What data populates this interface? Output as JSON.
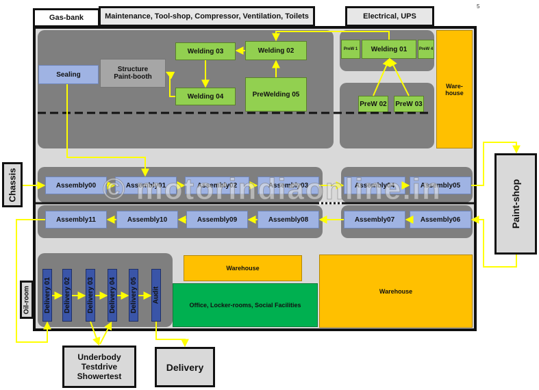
{
  "page_number": "5",
  "tabs": {
    "gas_bank": "Gas-bank",
    "maintenance": "Maintenance, Tool-shop, Compressor, Ventilation, Toilets",
    "electrical": "Electrical, UPS"
  },
  "welding": {
    "w01": "Welding 01",
    "w02": "Welding 02",
    "w03": "Welding 03",
    "w04": "Welding 04",
    "prew05": "PreWelding 05",
    "prew1_small": "PreW 1",
    "prew4_small": "PreW 4",
    "prew02": "PreW 02",
    "prew03": "PreW 03"
  },
  "sealing": "Sealing",
  "paint_booth_line1": "Structure",
  "paint_booth_line2": "Paint-booth",
  "warehouse_right": "Ware-house",
  "assembly_top": [
    "Assembly00",
    "Assembly01",
    "Assembly02",
    "Assembly03",
    "Assembly04",
    "Assembly05"
  ],
  "assembly_bottom": [
    "Assembly11",
    "Assembly10",
    "Assembly09",
    "Assembly08",
    "Assembly07",
    "Assembly06"
  ],
  "delivery_stations": [
    "Delivery 01",
    "Delivery 02",
    "Delivery 03",
    "Delivery 04",
    "Delivery 05",
    "Audit"
  ],
  "warehouse_small": "Warehouse",
  "warehouse_big": "Warehouse",
  "office": "Office, Locker-rooms, Social Facilities",
  "chassis": "Chassis",
  "paint_shop": "Paint-shop",
  "oil_room": "Oil-room",
  "underbody_line1": "Underbody",
  "underbody_line2": "Testdrive",
  "underbody_line3": "Showertest",
  "delivery_exit": "Delivery",
  "watermark": "© motorindiaonline.in",
  "colors": {
    "welding": "#92d050",
    "assembly": "#9fb3e3",
    "delivery": "#3a55a8",
    "warehouse": "#ffc000",
    "office": "#00b050",
    "zone": "#7f7f7f",
    "flow_arrow": "#ffff00"
  }
}
